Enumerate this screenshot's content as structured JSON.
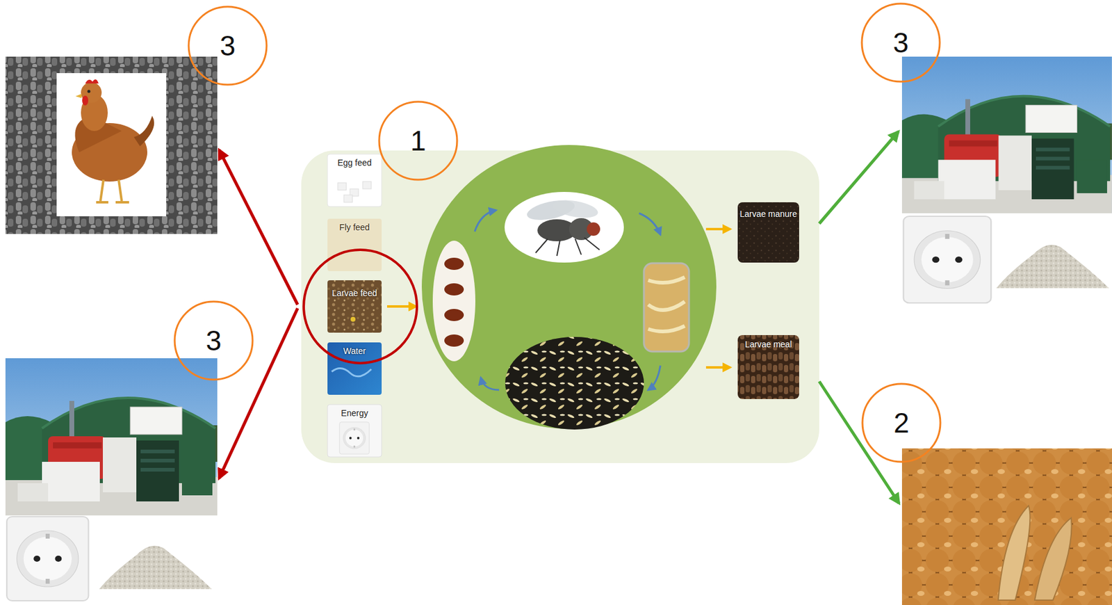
{
  "diagram": {
    "nodes": [
      {
        "text": [
          "Egg feed"
        ]
      },
      {
        "text": [
          "Fly feed"
        ]
      },
      {
        "text": [
          "Larvae feed"
        ]
      },
      {
        "text": [
          "Water"
        ]
      },
      {
        "text": [
          "Energy"
        ]
      },
      {
        "text": [
          "Larvae manure"
        ]
      },
      {
        "text": [
          "Larvae meal"
        ]
      }
    ],
    "labels": [
      "3",
      "3",
      "1",
      "3",
      "2"
    ]
  }
}
